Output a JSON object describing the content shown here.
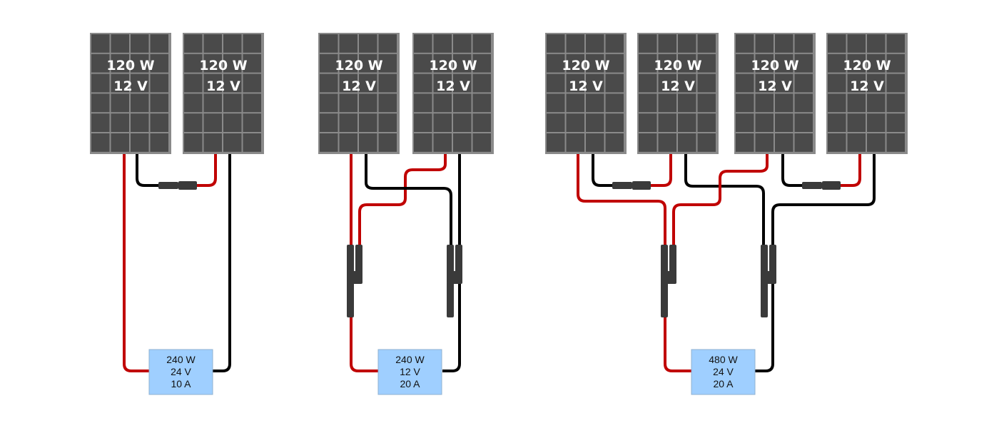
{
  "colors": {
    "panel": "#4a4a4a",
    "panel_grid": "#8a8a8a",
    "positive_wire": "#c00000",
    "negative_wire": "#000000",
    "controller_box": "#9fcfff",
    "connector": "#3a3a3a"
  },
  "panel_label": {
    "power": "120 W",
    "voltage": "12 V"
  },
  "configurations": [
    {
      "arrangement": "series",
      "panels": 2,
      "result": {
        "power": "240 W",
        "voltage": "24 V",
        "current": "10 A"
      }
    },
    {
      "arrangement": "parallel",
      "panels": 2,
      "result": {
        "power": "240 W",
        "voltage": "12 V",
        "current": "20 A"
      }
    },
    {
      "arrangement": "series-parallel",
      "panels": 4,
      "result": {
        "power": "480 W",
        "voltage": "24 V",
        "current": "20 A"
      }
    }
  ]
}
